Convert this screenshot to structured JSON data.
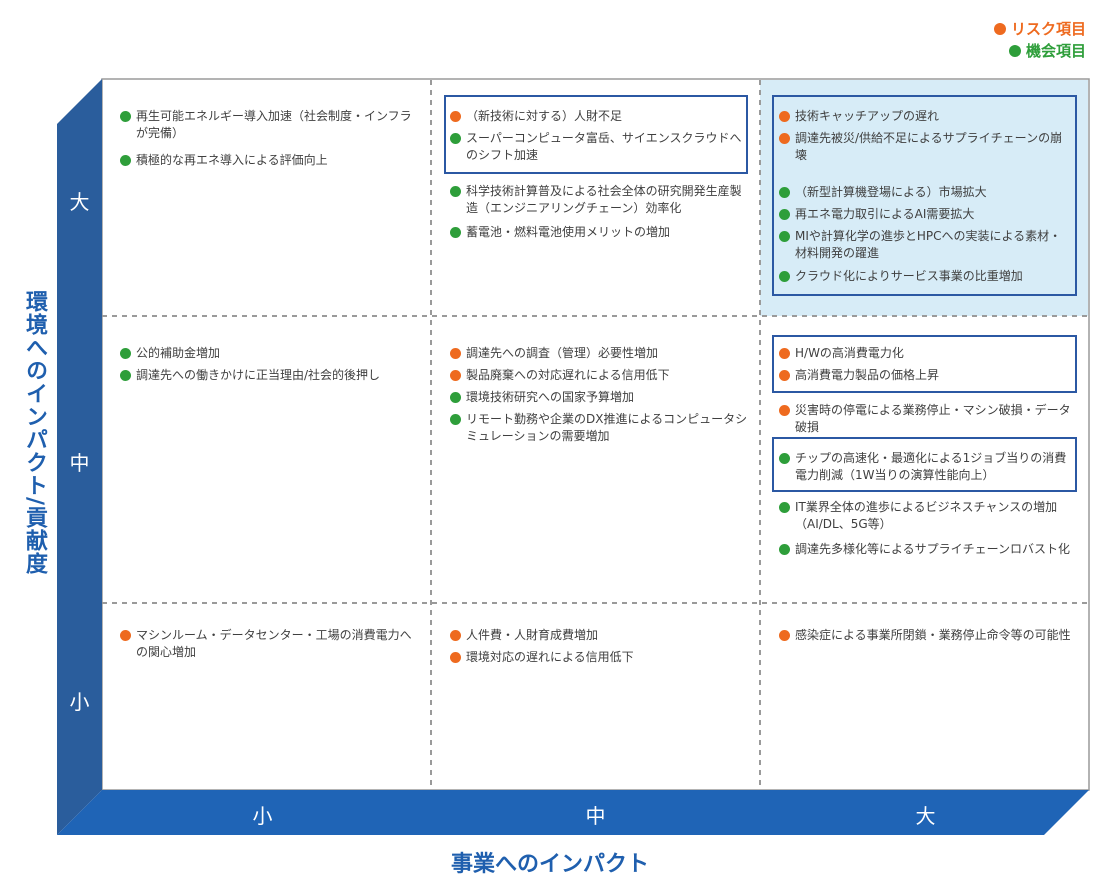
{
  "legend": {
    "risk_label": "リスク項目",
    "opp_label": "機会項目",
    "colors": {
      "risk": "#ee6a1f",
      "opportunity": "#2e9e3a",
      "axis": "#1f5fae"
    }
  },
  "axes": {
    "x_title": "事業へのインパクト",
    "y_title": "環境へのインパクト/貢献度",
    "x_ticks": [
      "小",
      "中",
      "大"
    ],
    "y_ticks": [
      "大",
      "中",
      "小"
    ]
  },
  "cells": {
    "r0c0": [
      {
        "type": "opp",
        "text": "再生可能エネルギー導入加速（社会制度・インフラが完備）"
      },
      {
        "type": "opp",
        "text": "積極的な再エネ導入による評価向上"
      }
    ],
    "r0c1": [
      {
        "type": "risk",
        "text": "（新技術に対する）人財不足"
      },
      {
        "type": "opp",
        "text": "スーパーコンピュータ富岳、サイエンスクラウドへのシフト加速"
      },
      {
        "type": "opp",
        "text": "科学技術計算普及による社会全体の研究開発生産製造（エンジニアリングチェーン）効率化"
      },
      {
        "type": "opp",
        "text": "蓄電池・燃料電池使用メリットの増加"
      }
    ],
    "r0c2": [
      {
        "type": "risk",
        "text": "技術キャッチアップの遅れ"
      },
      {
        "type": "risk",
        "text": "調達先被災/供給不足によるサプライチェーンの崩壊"
      },
      {
        "type": "opp",
        "text": "（新型計算機登場による）市場拡大"
      },
      {
        "type": "opp",
        "text": "再エネ電力取引によるAI需要拡大"
      },
      {
        "type": "opp",
        "text": "MIや計算化学の進歩とHPCへの実装による素材・材料開発の躍進"
      },
      {
        "type": "opp",
        "text": "クラウド化によりサービス事業の比重増加"
      }
    ],
    "r1c0": [
      {
        "type": "opp",
        "text": "公的補助金増加"
      },
      {
        "type": "opp",
        "text": "調達先への働きかけに正当理由/社会的後押し"
      }
    ],
    "r1c1": [
      {
        "type": "risk",
        "text": "調達先への調査（管理）必要性増加"
      },
      {
        "type": "risk",
        "text": "製品廃棄への対応遅れによる信用低下"
      },
      {
        "type": "opp",
        "text": "環境技術研究への国家予算増加"
      },
      {
        "type": "opp",
        "text": "リモート勤務や企業のDX推進によるコンピュータシミュレーションの需要増加"
      }
    ],
    "r1c2": [
      {
        "type": "risk",
        "text": "H/Wの高消費電力化"
      },
      {
        "type": "risk",
        "text": "高消費電力製品の価格上昇"
      },
      {
        "type": "risk",
        "text": "災害時の停電による業務停止・マシン破損・データ破損"
      },
      {
        "type": "opp",
        "text": "チップの高速化・最適化による1ジョブ当りの消費電力削減（1W当りの演算性能向上）"
      },
      {
        "type": "opp",
        "text": "IT業界全体の進歩によるビジネスチャンスの増加（AI/DL、5G等）"
      },
      {
        "type": "opp",
        "text": "調達先多様化等によるサプライチェーンロバスト化"
      }
    ],
    "r2c0": [
      {
        "type": "risk",
        "text": "マシンルーム・データセンター・工場の消費電力への関心増加"
      }
    ],
    "r2c1": [
      {
        "type": "risk",
        "text": "人件費・人財育成費増加"
      },
      {
        "type": "risk",
        "text": "環境対応の遅れによる信用低下"
      }
    ],
    "r2c2": [
      {
        "type": "risk",
        "text": "感染症による事業所閉鎖・業務停止命令等の可能性"
      }
    ]
  }
}
